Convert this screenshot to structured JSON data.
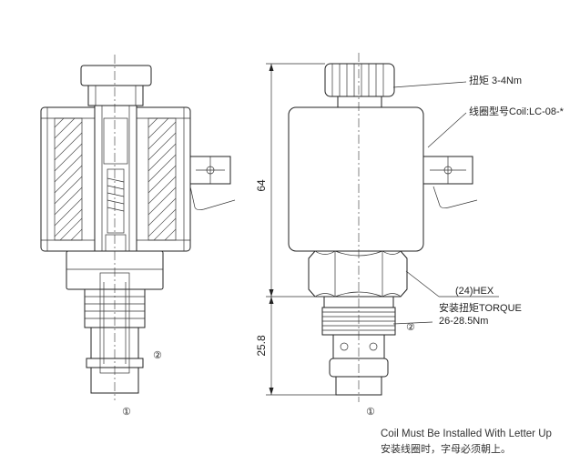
{
  "labels": {
    "torque_adjust": "扭矩 3-4Nm",
    "coil_model": "线圈型号Coil:LC-08-*",
    "hex": "(24)HEX",
    "install_torque": "安装扭矩TORQUE",
    "install_torque_value": "26-28.5Nm",
    "dim_overall": "64",
    "dim_lower": "25.8",
    "port_1_left": "①",
    "port_2_left": "②",
    "port_1_right": "①",
    "port_2_right": "②"
  },
  "note": {
    "english": "Coil Must Be Installed With Letter Up",
    "chinese": "安装线圈时，字母必须朝上。"
  }
}
